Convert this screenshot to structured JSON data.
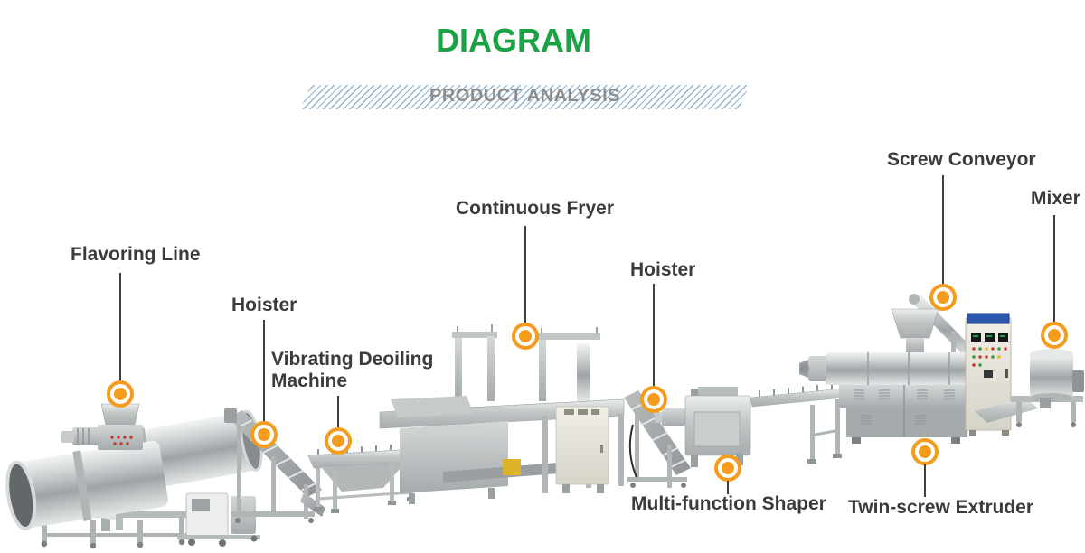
{
  "header": {
    "title": "DIAGRAM",
    "subtitle": "PRODUCT ANALYSIS"
  },
  "colors": {
    "title_green": "#1aa344",
    "subtitle_gray": "#8d8d8d",
    "hatch_blue": "#7da8cb",
    "marker_orange": "#f59c1e",
    "callout_line": "#3f3f3f",
    "label_text": "#3b3b3b"
  },
  "callouts": [
    {
      "id": "flavoring-line",
      "label": "Flavoring Line"
    },
    {
      "id": "hoister-left",
      "label": "Hoister"
    },
    {
      "id": "vibrating-deoiling-machine",
      "label": "Vibrating Deoiling Machine"
    },
    {
      "id": "continuous-fryer",
      "label": "Continuous Fryer"
    },
    {
      "id": "hoister-right",
      "label": "Hoister"
    },
    {
      "id": "screw-conveyor",
      "label": "Screw Conveyor"
    },
    {
      "id": "mixer",
      "label": "Mixer"
    },
    {
      "id": "multi-function-shaper",
      "label": "Multi-function Shaper"
    },
    {
      "id": "twin-screw-extruder",
      "label": "Twin-screw Extruder"
    }
  ]
}
